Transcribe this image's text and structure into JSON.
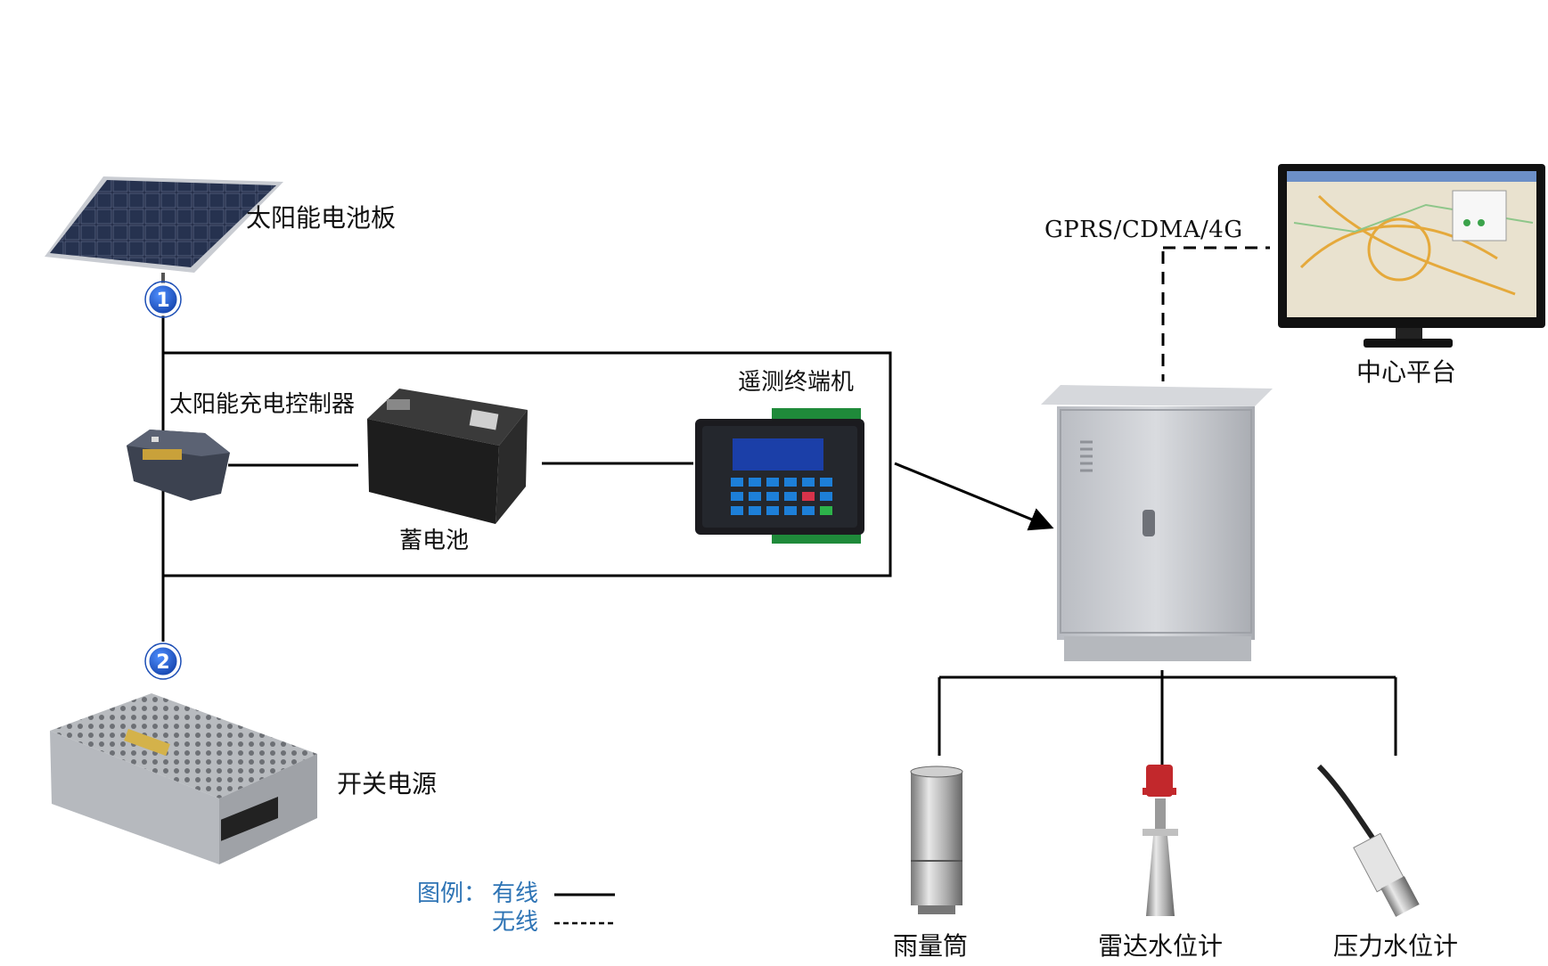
{
  "labels": {
    "solar_panel": "太阳能电池板",
    "charge_controller": "太阳能充电控制器",
    "battery": "蓄电池",
    "rtu": "遥测终端机",
    "switching_power": "开关电源",
    "network": "GPRS/CDMA/4G",
    "center_platform": "中心平台",
    "rain_gauge": "雨量筒",
    "radar_level": "雷达水位计",
    "pressure_level": "压力水位计"
  },
  "badges": {
    "one": "1",
    "two": "2"
  },
  "legend": {
    "title": "图例：",
    "wired": "有线",
    "wireless": "无线"
  },
  "colors": {
    "line": "#000000",
    "badge_fill": "#1f5fd0",
    "legend_text": "#2e74b5",
    "cabinet": "#c9cbd0"
  }
}
